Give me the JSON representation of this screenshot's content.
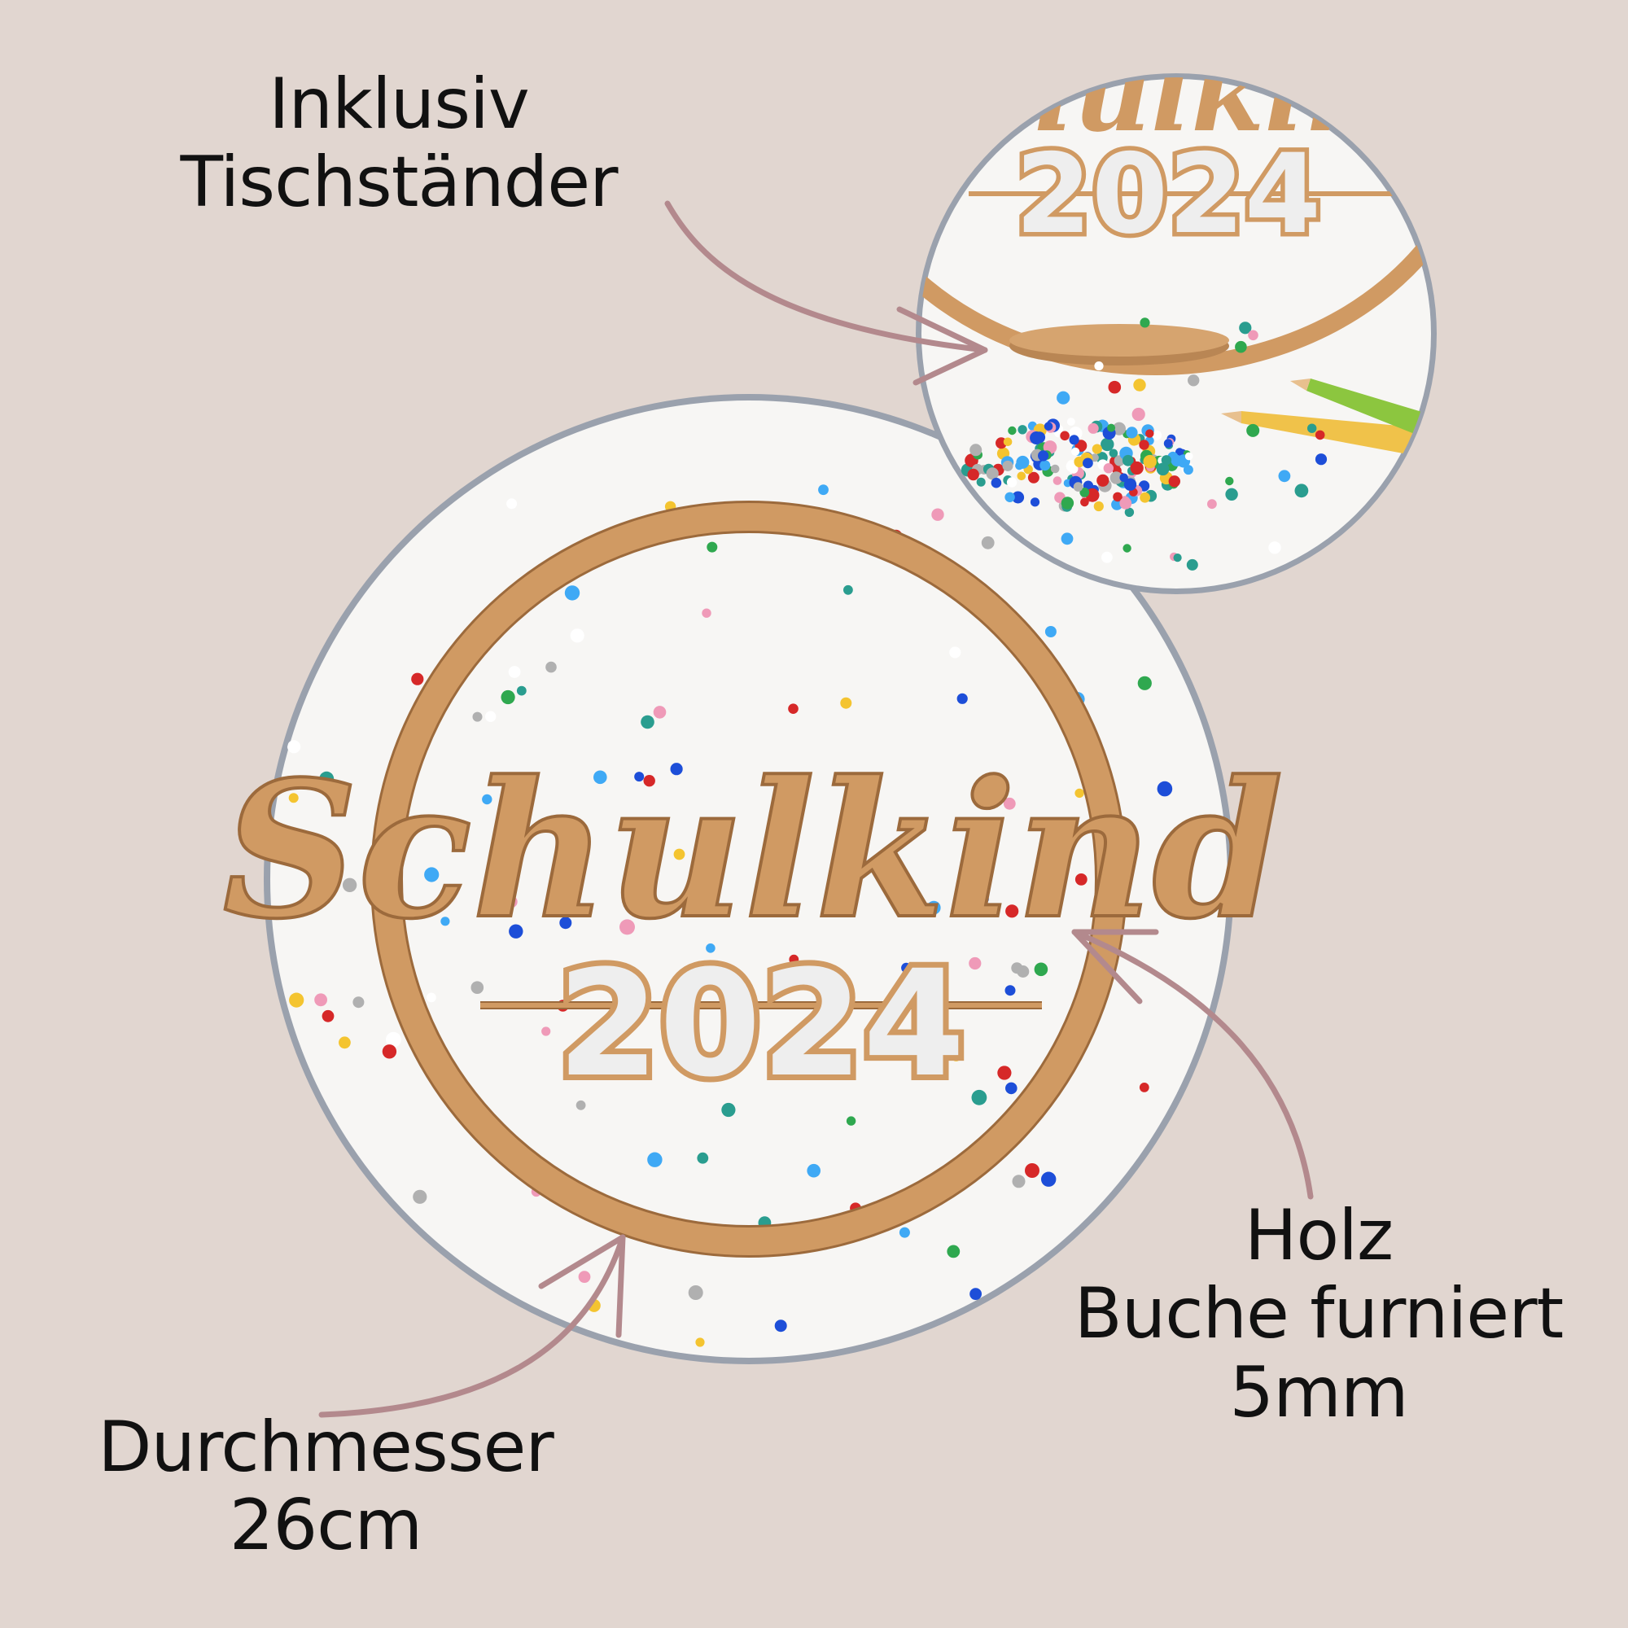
{
  "captions": {
    "stand": {
      "line1": "Inklusiv",
      "line2": "Tischständer"
    },
    "wood": {
      "line1": "Holz",
      "line2": "Buche furniert",
      "line3": "5mm"
    },
    "diameter": {
      "line1": "Durchmesser",
      "line2": "26cm"
    }
  },
  "product": {
    "word": "Schulkind",
    "year": "2024"
  },
  "colors": {
    "background": "#e1d6d0",
    "circle_border": "#9aa1ad",
    "photo_bg": "#f7f6f4",
    "wood": "#d09a63",
    "wood_dark": "#9c6a3c",
    "arrow": "#b3898d",
    "text": "#111111"
  }
}
